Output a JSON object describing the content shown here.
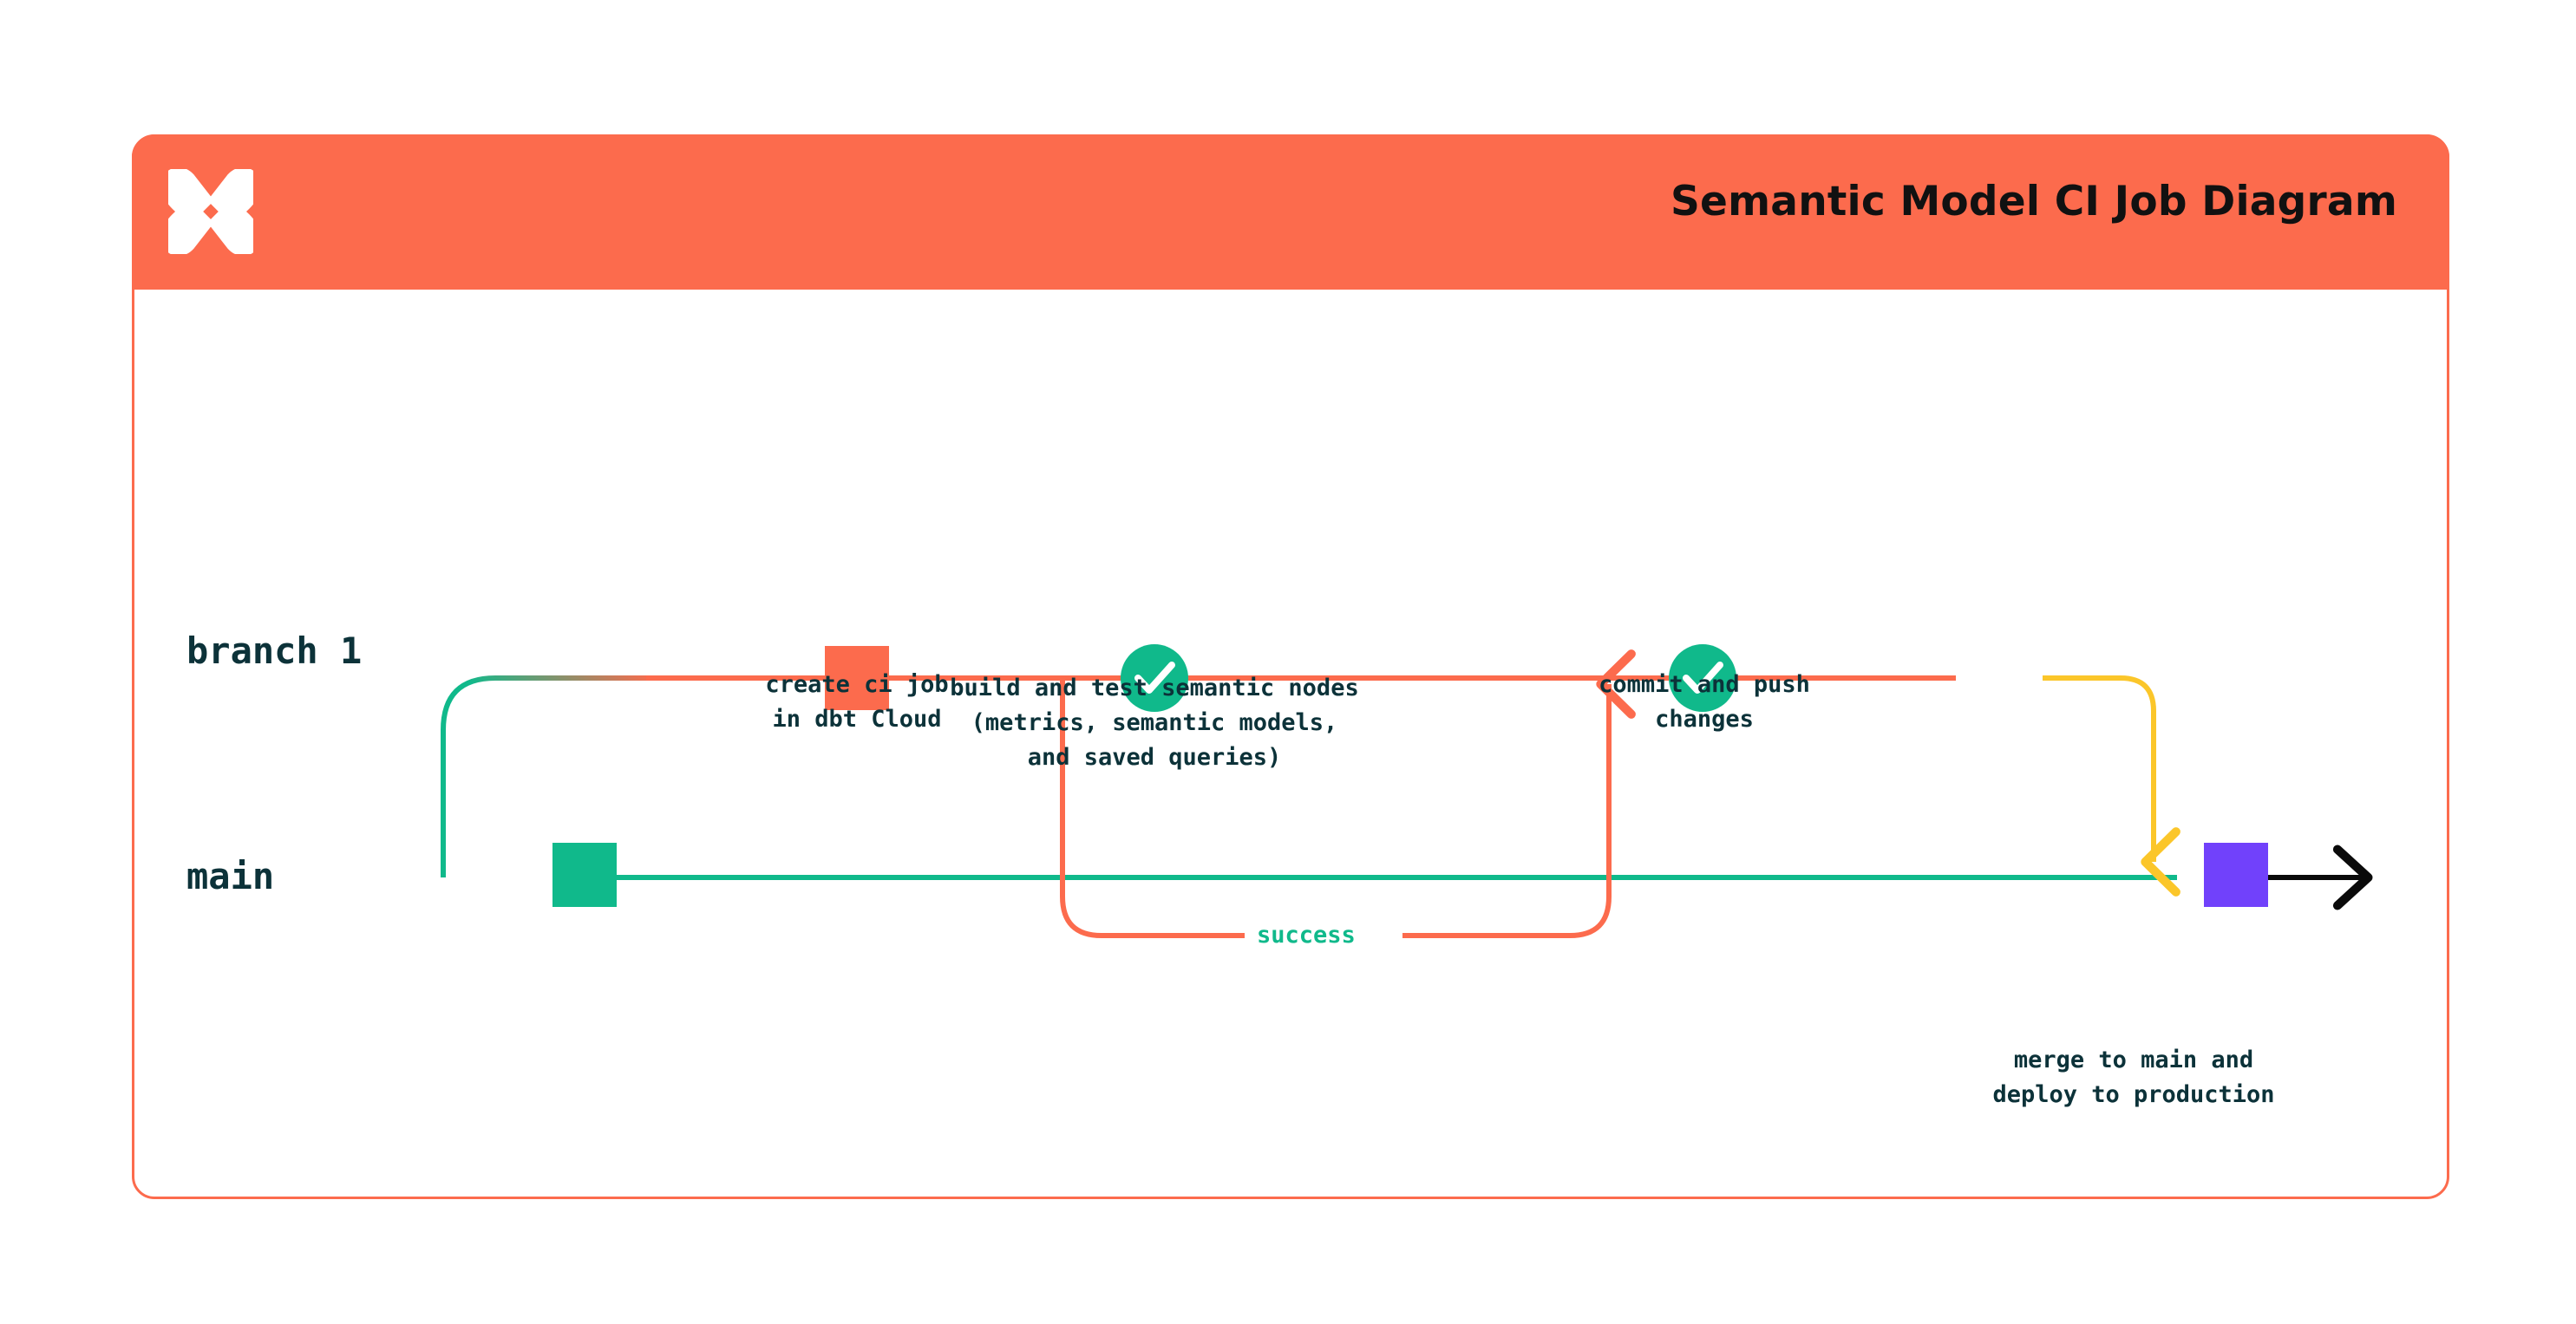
{
  "header": {
    "title": "Semantic Model CI Job Diagram",
    "logo_icon": "dbt-logo-icon",
    "background_color": "#FC6B4D"
  },
  "colors": {
    "orange": "#FC6B4D",
    "green": "#10B98B",
    "yellow": "#FBC62A",
    "purple": "#7141FB",
    "text_dark": "#0C3239",
    "arrow_black": "#0A0A0A"
  },
  "lanes": [
    {
      "id": "branch-1",
      "label": "branch 1",
      "color": "#FC6B4D"
    },
    {
      "id": "main",
      "label": "main",
      "color": "#10B98B"
    }
  ],
  "nodes": [
    {
      "id": "main-start",
      "lane": "main",
      "shape": "square",
      "color": "#10B98B",
      "label": ""
    },
    {
      "id": "create-ci-job",
      "lane": "branch-1",
      "shape": "square",
      "color": "#FC6B4D",
      "label": "create ci job\nin dbt Cloud"
    },
    {
      "id": "build-and-test",
      "lane": "branch-1",
      "shape": "check-circle",
      "color": "#10B98B",
      "icon": "check-icon",
      "label": "build and test semantic nodes\n(metrics, semantic models,\nand saved queries)"
    },
    {
      "id": "commit-and-push",
      "lane": "branch-1",
      "shape": "check-circle",
      "color": "#10B98B",
      "icon": "check-icon",
      "label": "commit and push\nchanges"
    },
    {
      "id": "merge-to-main",
      "lane": "main",
      "shape": "square",
      "color": "#7141FB",
      "label": "merge to main and\ndeploy to production"
    }
  ],
  "edges": [
    {
      "id": "success-loop",
      "label": "success",
      "color": "#FC6B4D",
      "label_color": "#10B98B"
    },
    {
      "id": "merge-down",
      "label": "",
      "color": "#FBC62A"
    },
    {
      "id": "main-continue",
      "label": "",
      "color": "#0A0A0A"
    }
  ]
}
